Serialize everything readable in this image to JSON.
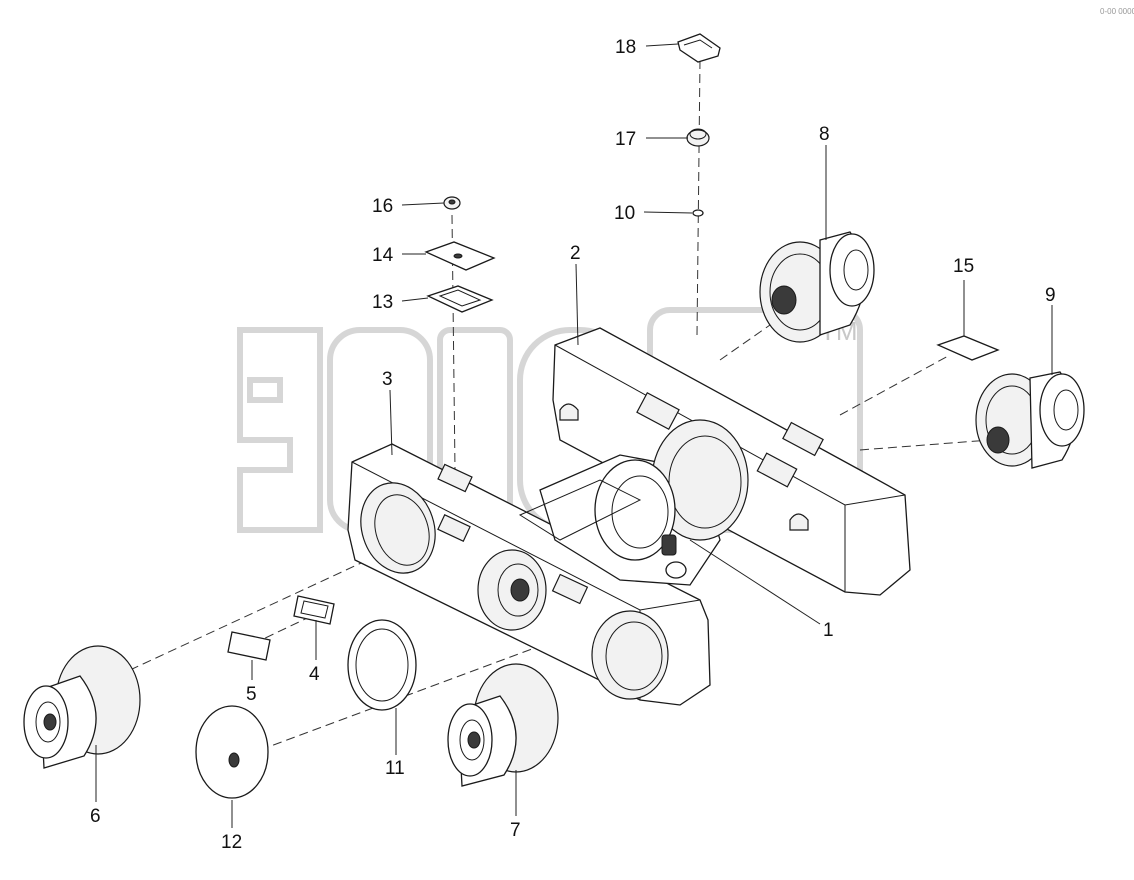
{
  "watermark": {
    "logo_text": "aid",
    "trademark": "TM",
    "corner_text": "0-00 0000"
  },
  "parts": [
    {
      "id": "frame",
      "label": "1"
    },
    {
      "id": "track-beam-right",
      "label": "2"
    },
    {
      "id": "track-beam-left",
      "label": "3"
    },
    {
      "id": "gasket-small",
      "label": "4"
    },
    {
      "id": "cover-plate-small",
      "label": "5"
    },
    {
      "id": "final-drive-front-left",
      "label": "6"
    },
    {
      "id": "final-drive-rear-left",
      "label": "7"
    },
    {
      "id": "final-drive-front-right",
      "label": "8"
    },
    {
      "id": "final-drive-rear-right",
      "label": "9"
    },
    {
      "id": "washer",
      "label": "10"
    },
    {
      "id": "ring-gasket",
      "label": "11"
    },
    {
      "id": "round-cover",
      "label": "12"
    },
    {
      "id": "gasket-top",
      "label": "13"
    },
    {
      "id": "cover-top",
      "label": "14"
    },
    {
      "id": "cover-plate-right",
      "label": "15"
    },
    {
      "id": "plug",
      "label": "16"
    },
    {
      "id": "cap",
      "label": "17"
    },
    {
      "id": "bracket",
      "label": "18"
    }
  ]
}
